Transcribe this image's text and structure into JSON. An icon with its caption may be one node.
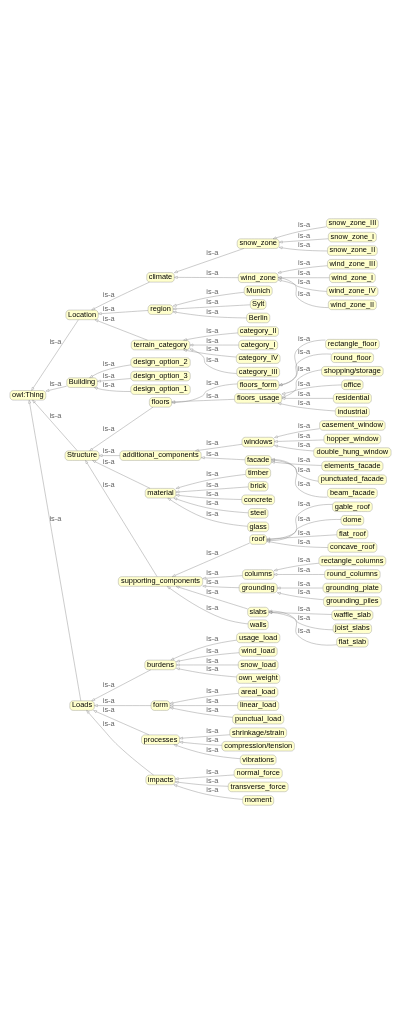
{
  "diagram": {
    "nodes": [
      {
        "text": [
          "owl:Thing"
        ]
      },
      {
        "text": [
          "Location"
        ]
      },
      {
        "text": [
          "climate"
        ]
      },
      {
        "text": [
          "snow_zone"
        ]
      },
      {
        "text": [
          "snow_zone_III"
        ]
      },
      {
        "text": [
          "snow_zone_I"
        ]
      },
      {
        "text": [
          "snow_zone_II"
        ]
      },
      {
        "text": [
          "wind_zone"
        ]
      },
      {
        "text": [
          "wind_zone_III"
        ]
      },
      {
        "text": [
          "wind_zone_I"
        ]
      },
      {
        "text": [
          "wind_zone_IV"
        ]
      },
      {
        "text": [
          "wind_zone_II"
        ]
      },
      {
        "text": [
          "region"
        ]
      },
      {
        "text": [
          "Munich"
        ]
      },
      {
        "text": [
          "Sylt"
        ]
      },
      {
        "text": [
          "Berlin"
        ]
      },
      {
        "text": [
          "terrain_category"
        ]
      },
      {
        "text": [
          "category_II"
        ]
      },
      {
        "text": [
          "category_I"
        ]
      },
      {
        "text": [
          "category_IV"
        ]
      },
      {
        "text": [
          "category_III"
        ]
      },
      {
        "text": [
          "Building"
        ]
      },
      {
        "text": [
          "design_option_2"
        ]
      },
      {
        "text": [
          "design_option_3"
        ]
      },
      {
        "text": [
          "design_option_1"
        ]
      },
      {
        "text": [
          "Structure"
        ]
      },
      {
        "text": [
          "floors"
        ]
      },
      {
        "text": [
          "floors_form"
        ]
      },
      {
        "text": [
          "rectangle_floor"
        ]
      },
      {
        "text": [
          "round_floor"
        ]
      },
      {
        "text": [
          "floors_usage"
        ]
      },
      {
        "text": [
          "shopping/storage"
        ]
      },
      {
        "text": [
          "office"
        ]
      },
      {
        "text": [
          "residential"
        ]
      },
      {
        "text": [
          "industrial"
        ]
      },
      {
        "text": [
          "additional_components"
        ]
      },
      {
        "text": [
          "windows"
        ]
      },
      {
        "text": [
          "casement_window"
        ]
      },
      {
        "text": [
          "hopper_window"
        ]
      },
      {
        "text": [
          "double_hung_window"
        ]
      },
      {
        "text": [
          "facade"
        ]
      },
      {
        "text": [
          "elements_facade"
        ]
      },
      {
        "text": [
          "punctuated_facade"
        ]
      },
      {
        "text": [
          "beam_facade"
        ]
      },
      {
        "text": [
          "material"
        ]
      },
      {
        "text": [
          "timber"
        ]
      },
      {
        "text": [
          "brick"
        ]
      },
      {
        "text": [
          "concrete"
        ]
      },
      {
        "text": [
          "steel"
        ]
      },
      {
        "text": [
          "glass"
        ]
      },
      {
        "text": [
          "supporting_components"
        ]
      },
      {
        "text": [
          "roof"
        ]
      },
      {
        "text": [
          "gable_roof"
        ]
      },
      {
        "text": [
          "dome"
        ]
      },
      {
        "text": [
          "flat_roof"
        ]
      },
      {
        "text": [
          "concave_roof"
        ]
      },
      {
        "text": [
          "columns"
        ]
      },
      {
        "text": [
          "rectangle_columns"
        ]
      },
      {
        "text": [
          "round_columns"
        ]
      },
      {
        "text": [
          "grounding"
        ]
      },
      {
        "text": [
          "grounding_plate"
        ]
      },
      {
        "text": [
          "grounding_piles"
        ]
      },
      {
        "text": [
          "slabs"
        ]
      },
      {
        "text": [
          "waffle_slab"
        ]
      },
      {
        "text": [
          "joist_slabs"
        ]
      },
      {
        "text": [
          "flat_slab"
        ]
      },
      {
        "text": [
          "walls"
        ]
      },
      {
        "text": [
          "Loads"
        ]
      },
      {
        "text": [
          "burdens"
        ]
      },
      {
        "text": [
          "usage_load"
        ]
      },
      {
        "text": [
          "wind_load"
        ]
      },
      {
        "text": [
          "snow_load"
        ]
      },
      {
        "text": [
          "own_weight"
        ]
      },
      {
        "text": [
          "form"
        ]
      },
      {
        "text": [
          "areal_load"
        ]
      },
      {
        "text": [
          "linear_load"
        ]
      },
      {
        "text": [
          "punctual_load"
        ]
      },
      {
        "text": [
          "processes"
        ]
      },
      {
        "text": [
          "shrinkage/strain"
        ]
      },
      {
        "text": [
          "compression/tension"
        ]
      },
      {
        "text": [
          "vibrations"
        ]
      },
      {
        "text": [
          "impacts"
        ]
      },
      {
        "text": [
          "normal_force"
        ]
      },
      {
        "text": [
          "transverse_force"
        ]
      },
      {
        "text": [
          "moment"
        ]
      }
    ],
    "edges": [
      {
        "from": 1,
        "to": 0,
        "arrow": "to",
        "label": "is-a"
      },
      {
        "from": 2,
        "to": 1,
        "arrow": "to",
        "label": "is-a"
      },
      {
        "from": 3,
        "to": 2,
        "arrow": "to",
        "label": "is-a"
      },
      {
        "from": 4,
        "to": 3,
        "arrow": "to",
        "label": "is-a"
      },
      {
        "from": 5,
        "to": 3,
        "arrow": "to",
        "label": "is-a"
      },
      {
        "from": 6,
        "to": 3,
        "arrow": "to",
        "label": "is-a"
      },
      {
        "from": 7,
        "to": 2,
        "arrow": "to",
        "label": "is-a"
      },
      {
        "from": 8,
        "to": 7,
        "arrow": "to",
        "label": "is-a"
      },
      {
        "from": 9,
        "to": 7,
        "arrow": "to",
        "label": "is-a"
      },
      {
        "from": 10,
        "to": 7,
        "arrow": "to",
        "label": "is-a"
      },
      {
        "from": 11,
        "to": 7,
        "arrow": "to",
        "label": "is-a"
      },
      {
        "from": 12,
        "to": 1,
        "arrow": "to",
        "label": "is-a"
      },
      {
        "from": 13,
        "to": 12,
        "arrow": "to",
        "label": "is-a"
      },
      {
        "from": 14,
        "to": 12,
        "arrow": "to",
        "label": "is-a"
      },
      {
        "from": 15,
        "to": 12,
        "arrow": "to",
        "label": "is-a"
      },
      {
        "from": 16,
        "to": 1,
        "arrow": "to",
        "label": "is-a"
      },
      {
        "from": 17,
        "to": 16,
        "arrow": "to",
        "label": "is-a"
      },
      {
        "from": 18,
        "to": 16,
        "arrow": "to",
        "label": "is-a"
      },
      {
        "from": 19,
        "to": 16,
        "arrow": "to",
        "label": "is-a"
      },
      {
        "from": 20,
        "to": 16,
        "arrow": "to",
        "label": "is-a"
      },
      {
        "from": 21,
        "to": 0,
        "arrow": "to",
        "label": "is-a"
      },
      {
        "from": 22,
        "to": 21,
        "arrow": "to",
        "label": "is-a"
      },
      {
        "from": 23,
        "to": 21,
        "arrow": "to",
        "label": "is-a"
      },
      {
        "from": 24,
        "to": 21,
        "arrow": "to",
        "label": "is-a"
      },
      {
        "from": 25,
        "to": 0,
        "arrow": "to",
        "label": "is-a"
      },
      {
        "from": 26,
        "to": 25,
        "arrow": "to",
        "label": "is-a"
      },
      {
        "from": 27,
        "to": 26,
        "arrow": "to",
        "label": "is-a"
      },
      {
        "from": 28,
        "to": 27,
        "arrow": "to",
        "label": "is-a"
      },
      {
        "from": 29,
        "to": 27,
        "arrow": "to",
        "label": "is-a"
      },
      {
        "from": 30,
        "to": 26,
        "arrow": "to",
        "label": "is-a"
      },
      {
        "from": 31,
        "to": 30,
        "arrow": "to",
        "label": "is-a"
      },
      {
        "from": 32,
        "to": 30,
        "arrow": "to",
        "label": "is-a"
      },
      {
        "from": 33,
        "to": 30,
        "arrow": "to",
        "label": "is-a"
      },
      {
        "from": 34,
        "to": 30,
        "arrow": "to",
        "label": "is-a"
      },
      {
        "from": 35,
        "to": 25,
        "arrow": "to",
        "label": "is-a"
      },
      {
        "from": 36,
        "to": 35,
        "arrow": "to",
        "label": "is-a"
      },
      {
        "from": 37,
        "to": 36,
        "arrow": "to",
        "label": "is-a"
      },
      {
        "from": 38,
        "to": 36,
        "arrow": "to",
        "label": "is-a"
      },
      {
        "from": 39,
        "to": 36,
        "arrow": "to",
        "label": "is-a"
      },
      {
        "from": 40,
        "to": 35,
        "arrow": "to",
        "label": "is-a"
      },
      {
        "from": 41,
        "to": 40,
        "arrow": "to",
        "label": "is-a"
      },
      {
        "from": 42,
        "to": 40,
        "arrow": "to",
        "label": "is-a"
      },
      {
        "from": 43,
        "to": 40,
        "arrow": "to",
        "label": "is-a"
      },
      {
        "from": 44,
        "to": 25,
        "arrow": "to",
        "label": "is-a"
      },
      {
        "from": 45,
        "to": 44,
        "arrow": "to",
        "label": "is-a"
      },
      {
        "from": 46,
        "to": 44,
        "arrow": "to",
        "label": "is-a"
      },
      {
        "from": 47,
        "to": 44,
        "arrow": "to",
        "label": "is-a"
      },
      {
        "from": 48,
        "to": 44,
        "arrow": "to",
        "label": "is-a"
      },
      {
        "from": 49,
        "to": 44,
        "arrow": "to",
        "label": "is-a"
      },
      {
        "from": 50,
        "to": 25,
        "arrow": "to",
        "label": "is-a"
      },
      {
        "from": 51,
        "to": 50,
        "arrow": "to",
        "label": "is-a"
      },
      {
        "from": 52,
        "to": 51,
        "arrow": "to",
        "label": "is-a"
      },
      {
        "from": 53,
        "to": 51,
        "arrow": "to",
        "label": "is-a"
      },
      {
        "from": 54,
        "to": 51,
        "arrow": "to",
        "label": "is-a"
      },
      {
        "from": 55,
        "to": 51,
        "arrow": "to",
        "label": "is-a"
      },
      {
        "from": 56,
        "to": 50,
        "arrow": "to",
        "label": "is-a"
      },
      {
        "from": 57,
        "to": 56,
        "arrow": "to",
        "label": "is-a"
      },
      {
        "from": 58,
        "to": 56,
        "arrow": "to",
        "label": "is-a"
      },
      {
        "from": 59,
        "to": 50,
        "arrow": "to",
        "label": "is-a"
      },
      {
        "from": 60,
        "to": 59,
        "arrow": "to",
        "label": "is-a"
      },
      {
        "from": 61,
        "to": 59,
        "arrow": "to",
        "label": "is-a"
      },
      {
        "from": 62,
        "to": 50,
        "arrow": "to",
        "label": "is-a"
      },
      {
        "from": 63,
        "to": 62,
        "arrow": "to",
        "label": "is-a"
      },
      {
        "from": 64,
        "to": 62,
        "arrow": "to",
        "label": "is-a"
      },
      {
        "from": 65,
        "to": 62,
        "arrow": "to",
        "label": "is-a"
      },
      {
        "from": 66,
        "to": 50,
        "arrow": "to",
        "label": "is-a"
      },
      {
        "from": 67,
        "to": 0,
        "arrow": "to",
        "label": "is-a"
      },
      {
        "from": 68,
        "to": 67,
        "arrow": "to",
        "label": "is-a"
      },
      {
        "from": 69,
        "to": 68,
        "arrow": "to",
        "label": "is-a"
      },
      {
        "from": 70,
        "to": 68,
        "arrow": "to",
        "label": "is-a"
      },
      {
        "from": 71,
        "to": 68,
        "arrow": "to",
        "label": "is-a"
      },
      {
        "from": 72,
        "to": 68,
        "arrow": "to",
        "label": "is-a"
      },
      {
        "from": 73,
        "to": 67,
        "arrow": "to",
        "label": "is-a"
      },
      {
        "from": 74,
        "to": 73,
        "arrow": "to",
        "label": "is-a"
      },
      {
        "from": 75,
        "to": 73,
        "arrow": "to",
        "label": "is-a"
      },
      {
        "from": 76,
        "to": 73,
        "arrow": "to",
        "label": "is-a"
      },
      {
        "from": 77,
        "to": 67,
        "arrow": "to",
        "label": "is-a"
      },
      {
        "from": 78,
        "to": 77,
        "arrow": "to",
        "label": "is-a"
      },
      {
        "from": 79,
        "to": 77,
        "arrow": "to",
        "label": "is-a"
      },
      {
        "from": 80,
        "to": 77,
        "arrow": "to",
        "label": "is-a"
      },
      {
        "from": 81,
        "to": 67,
        "arrow": "to",
        "label": "is-a"
      },
      {
        "from": 82,
        "to": 81,
        "arrow": "to",
        "label": "is-a"
      },
      {
        "from": 83,
        "to": 81,
        "arrow": "to",
        "label": "is-a"
      },
      {
        "from": 84,
        "to": 81,
        "arrow": "to",
        "label": "is-a"
      }
    ]
  }
}
